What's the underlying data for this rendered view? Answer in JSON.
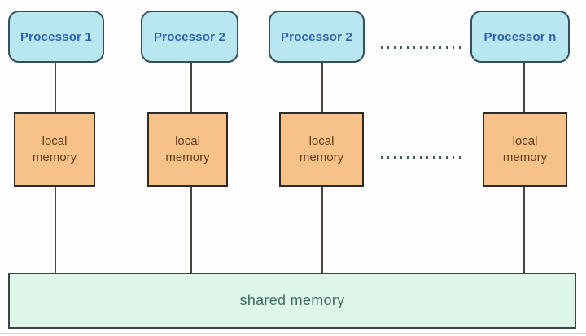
{
  "colors": {
    "processor-fill": "#b9e7f0",
    "processor-border": "#33505f",
    "processor-text": "#2e62ae",
    "memory-fill": "#f7c287",
    "memory-border": "#2e2a26",
    "memory-text": "#5f3b1e",
    "shared-fill": "#def7e9",
    "shared-border": "#39464a",
    "shared-text": "#3f6a60",
    "connector": "#4b4340",
    "dots": "#3d5c5c"
  },
  "diagram": {
    "processors": [
      "Processor 1",
      "Processor 2",
      "Processor 2",
      "Processor n"
    ],
    "local_memories": [
      "local memory",
      "local memory",
      "local memory",
      "local memory"
    ],
    "shared_memory": "shared memory"
  }
}
